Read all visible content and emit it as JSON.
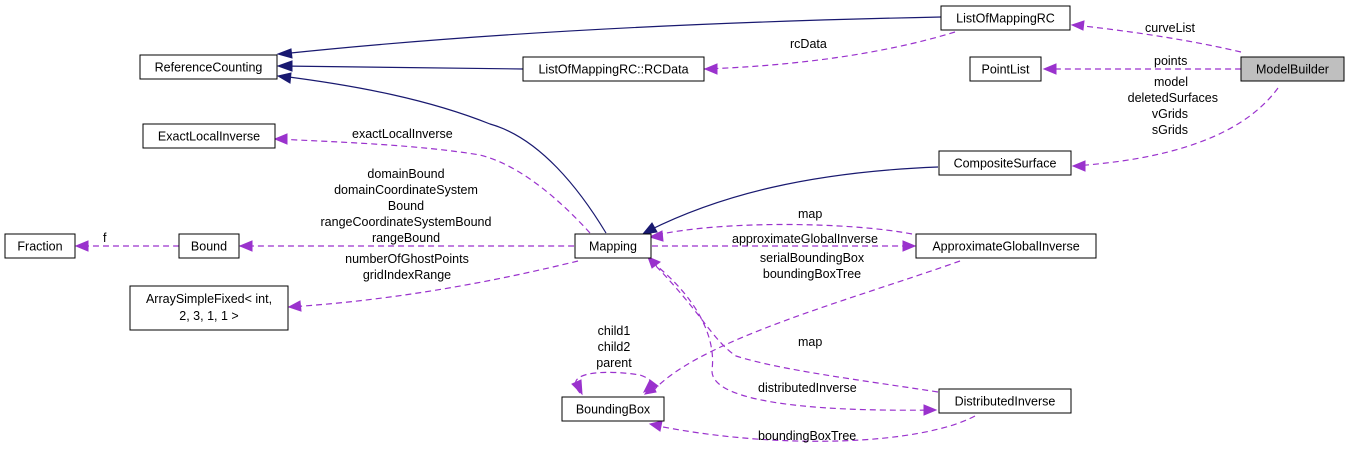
{
  "nodes": {
    "reference_counting": "ReferenceCounting",
    "list_of_mapping_rc": "ListOfMappingRC",
    "list_of_mapping_rc_rcdata": "ListOfMappingRC::RCData",
    "point_list": "PointList",
    "model_builder": "ModelBuilder",
    "exact_local_inverse": "ExactLocalInverse",
    "composite_surface": "CompositeSurface",
    "fraction": "Fraction",
    "bound": "Bound",
    "mapping": "Mapping",
    "approximate_global_inverse": "ApproximateGlobalInverse",
    "array_simple_fixed_line1": "ArraySimpleFixed< int,",
    "array_simple_fixed_line2": "2, 3, 1, 1 >",
    "bounding_box": "BoundingBox",
    "distributed_inverse": "DistributedInverse"
  },
  "labels": {
    "curve_list": "curveList",
    "rc_data": "rcData",
    "points": "points",
    "model": "model",
    "deleted_surfaces": "deletedSurfaces",
    "v_grids": "vGrids",
    "s_grids": "sGrids",
    "exact_local_inverse": "exactLocalInverse",
    "domain_bound": "domainBound",
    "domain_coordinate_system": "domainCoordinateSystem",
    "bound": "Bound",
    "range_coordinate_system_bound": "rangeCoordinateSystemBound",
    "range_bound": "rangeBound",
    "f": "f",
    "map_top": "map",
    "approximate_global_inverse": "approximateGlobalInverse",
    "serial_bounding_box": "serialBoundingBox",
    "bounding_box_tree_1": "boundingBoxTree",
    "number_of_ghost_points": "numberOfGhostPoints",
    "grid_index_range": "gridIndexRange",
    "child1": "child1",
    "child2": "child2",
    "parent": "parent",
    "map_lower": "map",
    "distributed_inverse": "distributedInverse",
    "bounding_box_tree_2": "boundingBoxTree"
  },
  "colors": {
    "inheritance_edge": "#191970",
    "usage_edge": "#9a32cd",
    "highlight_node": "#bfbfbf"
  }
}
